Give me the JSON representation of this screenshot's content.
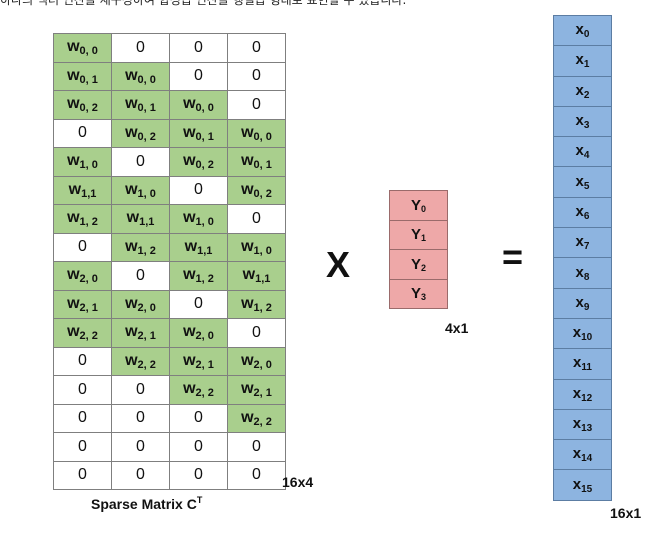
{
  "caption": "하나의 벡터 연산을 재구성하여 합성곱 연산을 행렬곱 형태로 표현할 수 있습니다.",
  "matrix_c": {
    "size_label": "16x4",
    "name": "Sparse Matrix C",
    "name_sup": "T",
    "rows": [
      [
        [
          "w",
          "0, 0"
        ],
        [
          "0",
          ""
        ],
        [
          "0",
          ""
        ],
        [
          "0",
          ""
        ]
      ],
      [
        [
          "w",
          "0, 1"
        ],
        [
          "w",
          "0, 0"
        ],
        [
          "0",
          ""
        ],
        [
          "0",
          ""
        ]
      ],
      [
        [
          "w",
          "0, 2"
        ],
        [
          "w",
          "0, 1"
        ],
        [
          "w",
          "0, 0"
        ],
        [
          "0",
          ""
        ]
      ],
      [
        [
          "0",
          ""
        ],
        [
          "w",
          "0, 2"
        ],
        [
          "w",
          "0, 1"
        ],
        [
          "w",
          "0, 0"
        ]
      ],
      [
        [
          "w",
          "1, 0"
        ],
        [
          "0",
          ""
        ],
        [
          "w",
          "0, 2"
        ],
        [
          "w",
          "0, 1"
        ]
      ],
      [
        [
          "w",
          "1,1"
        ],
        [
          "w",
          "1, 0"
        ],
        [
          "0",
          ""
        ],
        [
          "w",
          "0, 2"
        ]
      ],
      [
        [
          "w",
          "1, 2"
        ],
        [
          "w",
          "1,1"
        ],
        [
          "w",
          "1, 0"
        ],
        [
          "0",
          ""
        ]
      ],
      [
        [
          "0",
          ""
        ],
        [
          "w",
          "1, 2"
        ],
        [
          "w",
          "1,1"
        ],
        [
          "w",
          "1, 0"
        ]
      ],
      [
        [
          "w",
          "2, 0"
        ],
        [
          "0",
          ""
        ],
        [
          "w",
          "1, 2"
        ],
        [
          "w",
          "1,1"
        ]
      ],
      [
        [
          "w",
          "2, 1"
        ],
        [
          "w",
          "2, 0"
        ],
        [
          "0",
          ""
        ],
        [
          "w",
          "1, 2"
        ]
      ],
      [
        [
          "w",
          "2, 2"
        ],
        [
          "w",
          "2, 1"
        ],
        [
          "w",
          "2, 0"
        ],
        [
          "0",
          ""
        ]
      ],
      [
        [
          "0",
          ""
        ],
        [
          "w",
          "2, 2"
        ],
        [
          "w",
          "2, 1"
        ],
        [
          "w",
          "2, 0"
        ]
      ],
      [
        [
          "0",
          ""
        ],
        [
          "0",
          ""
        ],
        [
          "w",
          "2, 2"
        ],
        [
          "w",
          "2, 1"
        ]
      ],
      [
        [
          "0",
          ""
        ],
        [
          "0",
          ""
        ],
        [
          "0",
          ""
        ],
        [
          "w",
          "2, 2"
        ]
      ],
      [
        [
          "0",
          ""
        ],
        [
          "0",
          ""
        ],
        [
          "0",
          ""
        ],
        [
          "0",
          ""
        ]
      ],
      [
        [
          "0",
          ""
        ],
        [
          "0",
          ""
        ],
        [
          "0",
          ""
        ],
        [
          "0",
          ""
        ]
      ]
    ]
  },
  "operator_times": "X",
  "operator_equals": "=",
  "vector_y": {
    "size_label": "4x1",
    "items": [
      [
        "Y",
        "0"
      ],
      [
        "Y",
        "1"
      ],
      [
        "Y",
        "2"
      ],
      [
        "Y",
        "3"
      ]
    ]
  },
  "vector_x": {
    "size_label": "16x1",
    "items": [
      [
        "x",
        "0"
      ],
      [
        "x",
        "1"
      ],
      [
        "x",
        "2"
      ],
      [
        "x",
        "3"
      ],
      [
        "x",
        "4"
      ],
      [
        "x",
        "5"
      ],
      [
        "x",
        "6"
      ],
      [
        "x",
        "7"
      ],
      [
        "x",
        "8"
      ],
      [
        "x",
        "9"
      ],
      [
        "x",
        "10"
      ],
      [
        "x",
        "11"
      ],
      [
        "x",
        "12"
      ],
      [
        "x",
        "13"
      ],
      [
        "x",
        "14"
      ],
      [
        "x",
        "15"
      ]
    ]
  },
  "colors": {
    "weight_cell": "#a9cf8d",
    "y_cell": "#eea8a8",
    "x_cell": "#8db4e0"
  }
}
